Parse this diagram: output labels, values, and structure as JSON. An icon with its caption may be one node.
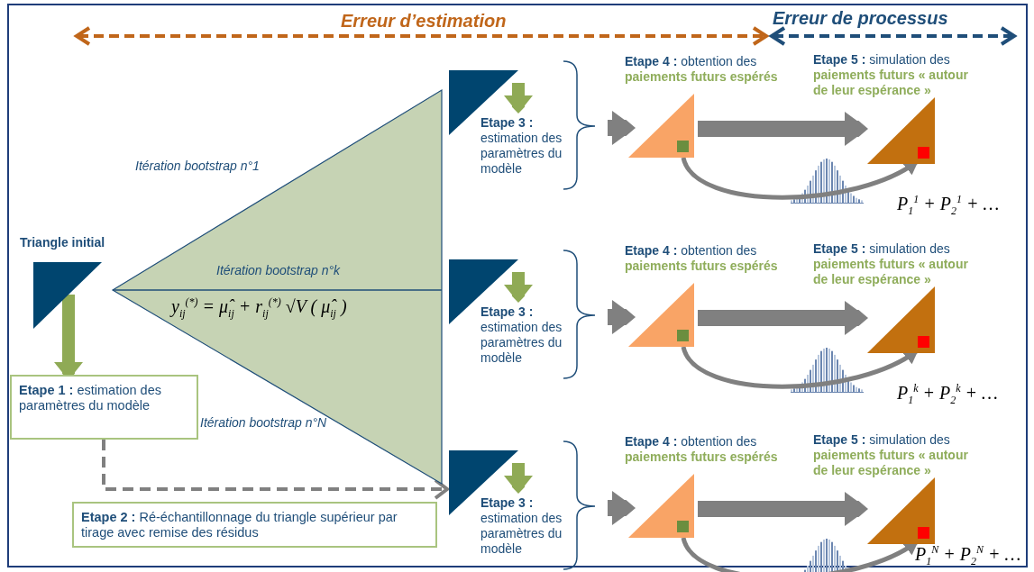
{
  "diagram": {
    "nodes": [
      {
        "text": [
          "Triangle initial"
        ]
      },
      {
        "text": [
          "**Etape 1 :** estimation des paramètres du modèle"
        ]
      },
      {
        "text": [
          "**Etape 2 :** Ré-échantillonnage du triangle supérieur par tirage avec remise des résidus"
        ]
      },
      {
        "text": [
          "Itération bootstrap n°k",
          "y$_{ij}$$^{(*)}$ = μ̂$_{ij}$ + r$_{ij}$$^{(*)}$ √V ( μ̂$_{ij}$ )"
        ]
      },
      {
        "text": [],
        "shape": "triangle"
      },
      {
        "text": [
          "**Etape 3 :** estimation des paramètres du modèle"
        ]
      },
      {
        "text": [
          "**Etape 4 :** obtention des",
          "paiements futurs espérés"
        ]
      },
      {
        "text": [
          "**Etape 5 :** simulation des",
          "paiements futurs « autour de leur espérance »"
        ],
        "beside": [
          "P$_{1}$$^{1}$ + P$_{2}$$^{1}$ + …"
        ]
      },
      {
        "text": [],
        "shape": "triangle"
      },
      {
        "text": [
          "**Etape 3 :** estimation des paramètres du modèle"
        ]
      },
      {
        "text": [
          "**Etape 4 :** obtention des",
          "paiements futurs espérés"
        ]
      },
      {
        "text": [
          "**Etape 5 :** simulation des",
          "paiements futurs « autour de leur espérance »"
        ],
        "beside": [
          "P$_{1}$$^{k}$ + P$_{2}$$^{k}$ + …"
        ]
      },
      {
        "text": [],
        "shape": "triangle"
      },
      {
        "text": [
          "**Etape 3 :** estimation des paramètres du modèle"
        ]
      },
      {
        "text": [
          "**Etape 4 :** obtention des",
          "paiements futurs espérés"
        ]
      },
      {
        "text": [
          "**Etape 5 :** simulation des",
          "paiements futurs « autour de leur espérance »"
        ],
        "beside": [
          "P$_{1}$$^{N}$ + P$_{2}$$^{N}$ + …"
        ]
      }
    ],
    "edges": [
      {
        "from": 0,
        "to": 1,
        "arrow": "to",
        "color": "#8faa55"
      },
      {
        "from": 1,
        "to": 12,
        "arrow": "to",
        "style": "dashed"
      },
      {
        "from": 4,
        "to": 5,
        "arrow": "to",
        "color": "#8faa55"
      },
      {
        "from": 5,
        "to": 6,
        "arrow": "to"
      },
      {
        "from": 6,
        "to": 7,
        "arrow": "to"
      },
      {
        "from": 6,
        "to": 7,
        "arrow": "to"
      },
      {
        "from": 8,
        "to": 9,
        "arrow": "to",
        "color": "#8faa55"
      },
      {
        "from": 9,
        "to": 10,
        "arrow": "to"
      },
      {
        "from": 10,
        "to": 11,
        "arrow": "to"
      },
      {
        "from": 10,
        "to": 11,
        "arrow": "to"
      },
      {
        "from": 12,
        "to": 13,
        "arrow": "to",
        "color": "#8faa55"
      },
      {
        "from": 13,
        "to": 14,
        "arrow": "to"
      },
      {
        "from": 14,
        "to": 15,
        "arrow": "to"
      },
      {
        "from": 14,
        "to": 15,
        "arrow": "to"
      }
    ],
    "labels": [
      "Erreur d’estimation",
      "Erreur de processus",
      "Itération bootstrap n°1",
      "Itération bootstrap n°N"
    ]
  }
}
